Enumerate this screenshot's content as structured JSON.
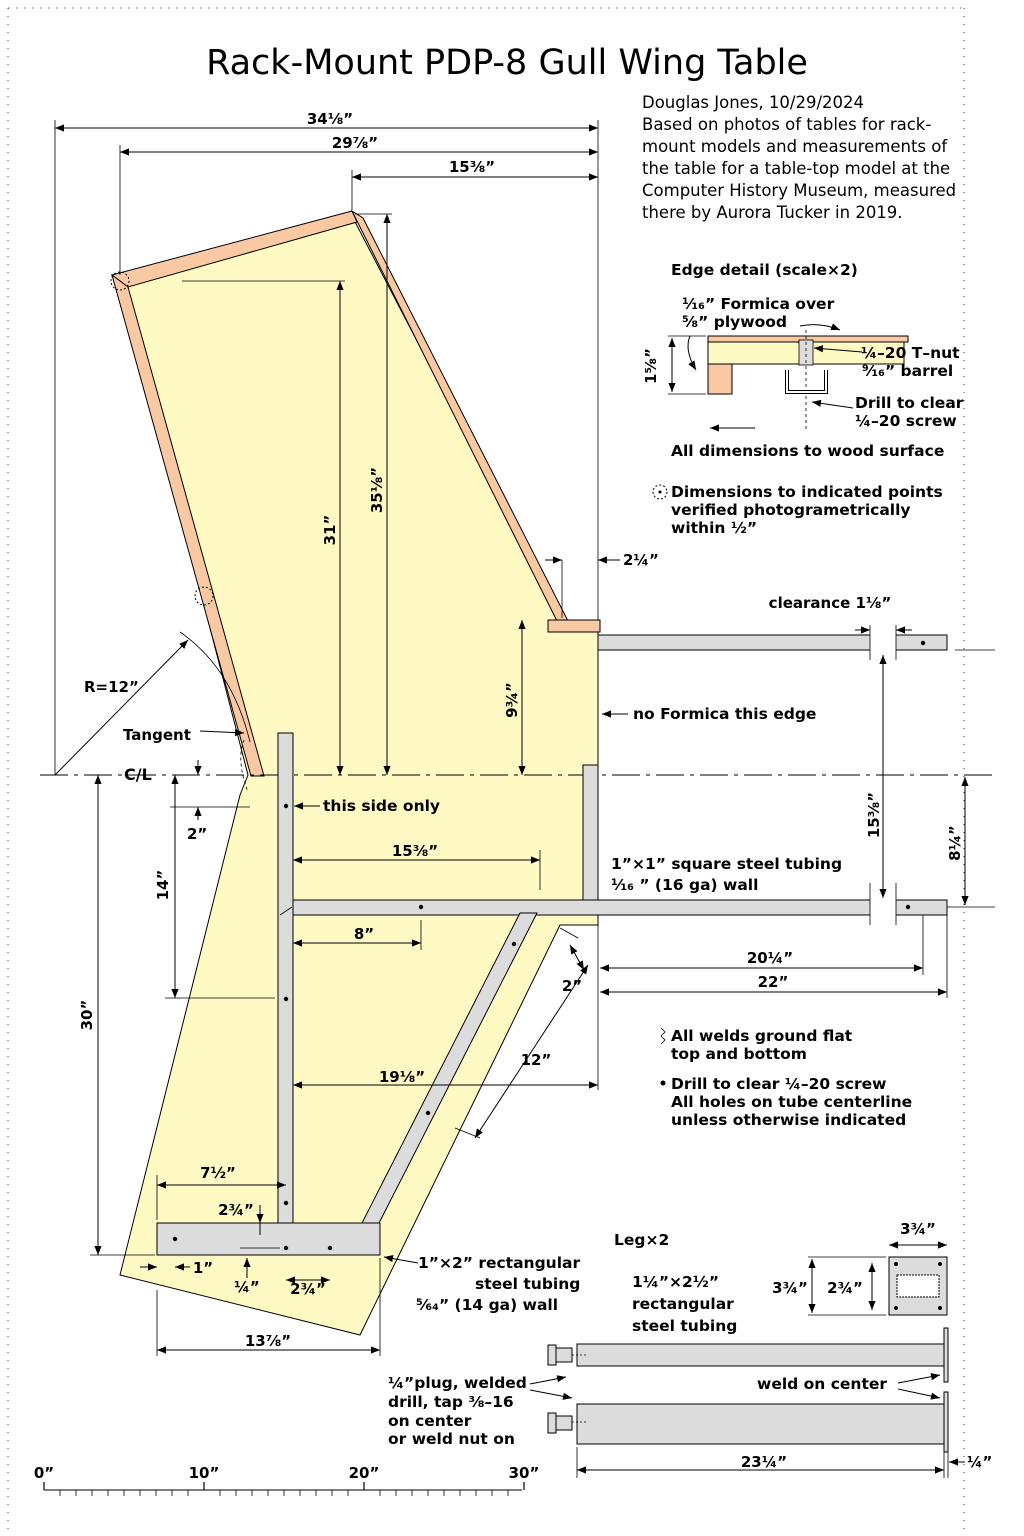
{
  "title": "Rack-Mount PDP-8 Gull Wing Table",
  "author_note": [
    "Douglas Jones, 10/29/2024",
    "Based on photos of tables for rack-",
    "mount models and measurements of",
    "the table for a table-top model at the",
    "Computer History Museum, measured",
    "there by Aurora Tucker in 2019."
  ],
  "edge_detail": {
    "title": "Edge detail (scale×2)",
    "formica_line1": "¹⁄₁₆” Formica over",
    "formica_line2": "⁵⁄₈” plywood",
    "tnut_line1": "¼–20 T–nut",
    "tnut_line2": "⁹⁄₁₆” barrel",
    "drill_line1": "Drill to clear",
    "drill_line2": "¼–20 screw",
    "height": "1⁵⁄₈”",
    "all_dims": "All dimensions to wood surface"
  },
  "photo_note": [
    "Dimensions to indicated points",
    "verified photogrametrically",
    "within ½”"
  ],
  "dimensions": {
    "d_34_1_8": "34⅛”",
    "d_29_7_8": "29⅞”",
    "d_15_3_8_top": "15⅜”",
    "d_31": "31”",
    "d_35_1_8": "35⅛”",
    "d_2_1_4": "2¼”",
    "d_9_3_4": "9¾”",
    "d_r12": "R=12”",
    "tangent": "Tangent",
    "cl": "C/L",
    "d_2_left": "2”",
    "d_14": "14”",
    "d_30": "30”",
    "d_15_3_8_mid": "15⅜”",
    "d_8": "8”",
    "d_19_1_8": "19⅛”",
    "d_12": "12”",
    "d_2_diag": "2”",
    "d_7_1_2": "7½”",
    "d_2_3_4_a": "2¾”",
    "d_1": "1”",
    "d_1_4": "¼”",
    "d_2_3_4_b": "2¾”",
    "d_13_7_8": "13⅞”",
    "d_20_1_4": "20¼”",
    "d_22": "22”",
    "d_15_3_8_right": "15⅜”",
    "d_8_1_4": "8¼”",
    "clearance": "clearance 1⅛”"
  },
  "labels": {
    "no_formica": "no Formica this edge",
    "this_side_only": "this side only",
    "tube1_line1": "1”×1” square steel tubing",
    "tube1_line2": "¹⁄₁₆ ” (16 ga) wall",
    "welds_line1": "All  welds  ground  flat",
    "welds_line2": "top  and  bottom",
    "drill_line1": "Drill to clear ¼–20 screw",
    "drill_line2": "All holes on tube centerline",
    "drill_line3": "unless otherwise indicated",
    "tube2_line1": "1”×2” rectangular",
    "tube2_line2": "steel tubing",
    "tube2_line3": "⁵⁄₆₄” (14 ga) wall"
  },
  "leg": {
    "title": "Leg×2",
    "tube_line1": "1¼”×2½”",
    "tube_line2": "rectangular",
    "tube_line3": "steel tubing",
    "plate_w": "3¾”",
    "plate_h": "3¾”",
    "inner_h": "2¾”",
    "plug_line1": "¼”plug, welded",
    "plug_line2": "drill, tap ⅜–16",
    "plug_line3": "on center",
    "plug_line4": "or  weld nut on",
    "weld_center": "weld on center",
    "length": "23¼”",
    "plate_thick": "¼”"
  },
  "scale": [
    "0”",
    "10”",
    "20”",
    "30”"
  ]
}
